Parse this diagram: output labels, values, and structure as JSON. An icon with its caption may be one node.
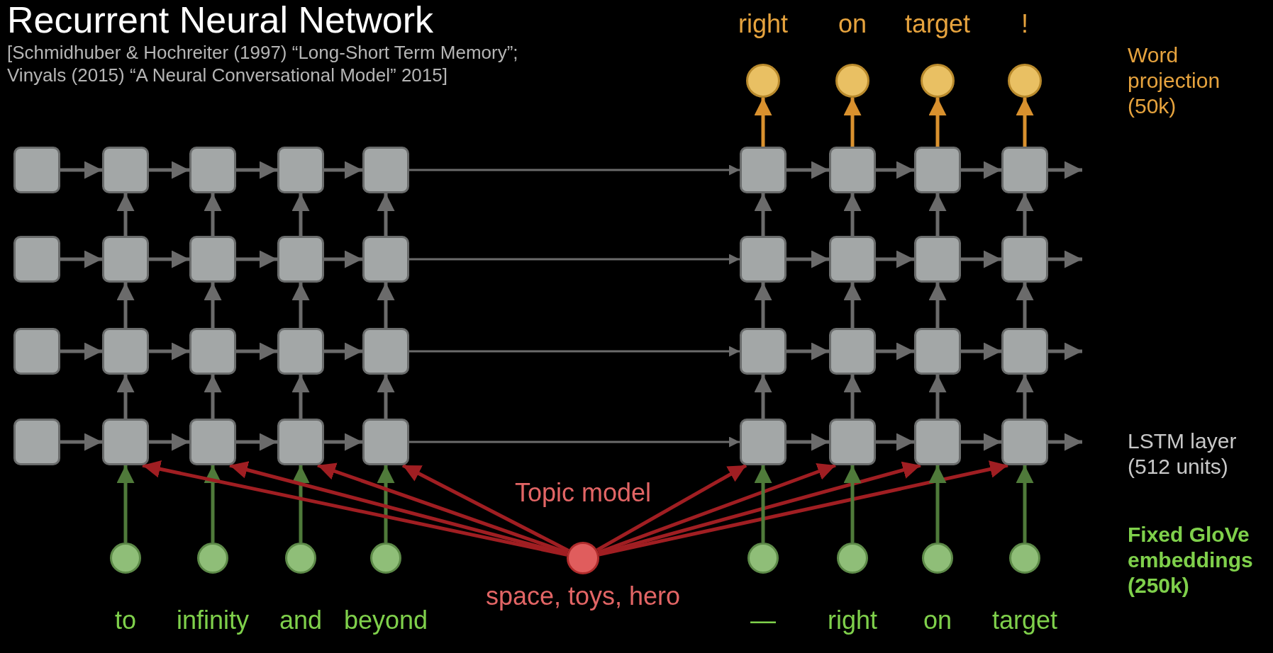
{
  "diagram": {
    "title": "Recurrent Neural Network",
    "nodes": [
      {
        "text": [],
        "shape": "circle",
        "beside": [
          "right"
        ]
      },
      {
        "text": [],
        "shape": "circle",
        "beside": [
          "on"
        ]
      },
      {
        "text": [],
        "shape": "circle",
        "beside": [
          "target"
        ]
      },
      {
        "text": [],
        "shape": "circle",
        "beside": [
          "!"
        ]
      },
      {
        "text": [],
        "shape": "box"
      },
      {
        "text": [],
        "shape": "box"
      },
      {
        "text": [],
        "shape": "box"
      },
      {
        "text": [],
        "shape": "box"
      },
      {
        "text": [],
        "shape": "box"
      },
      {
        "text": [],
        "shape": "box"
      },
      {
        "text": [],
        "shape": "box"
      },
      {
        "text": [],
        "shape": "box"
      },
      {
        "text": [],
        "shape": "box"
      },
      {
        "text": [],
        "shape": "box"
      },
      {
        "text": [],
        "shape": "box"
      },
      {
        "text": [],
        "shape": "box"
      },
      {
        "text": [],
        "shape": "box"
      },
      {
        "text": [],
        "shape": "box"
      },
      {
        "text": [],
        "shape": "box"
      },
      {
        "text": [],
        "shape": "box"
      },
      {
        "text": [],
        "shape": "box"
      },
      {
        "text": [],
        "shape": "box"
      },
      {
        "text": [],
        "shape": "box"
      },
      {
        "text": [],
        "shape": "box"
      },
      {
        "text": [],
        "shape": "box"
      },
      {
        "text": [],
        "shape": "box"
      },
      {
        "text": [],
        "shape": "box"
      },
      {
        "text": [],
        "shape": "box"
      },
      {
        "text": [],
        "shape": "box"
      },
      {
        "text": [],
        "shape": "box"
      },
      {
        "text": [],
        "shape": "box"
      },
      {
        "text": [],
        "shape": "box"
      },
      {
        "text": [],
        "shape": "box"
      },
      {
        "text": [],
        "shape": "box"
      },
      {
        "text": [],
        "shape": "box"
      },
      {
        "text": [],
        "shape": "box"
      },
      {
        "text": [],
        "shape": "box"
      },
      {
        "text": [],
        "shape": "box"
      },
      {
        "text": [],
        "shape": "box"
      },
      {
        "text": [],
        "shape": "box"
      },
      {
        "text": [],
        "shape": "circle",
        "beside": [
          "to"
        ]
      },
      {
        "text": [],
        "shape": "circle",
        "beside": [
          "infinity"
        ]
      },
      {
        "text": [],
        "shape": "circle",
        "beside": [
          "and"
        ]
      },
      {
        "text": [],
        "shape": "circle",
        "beside": [
          "beyond"
        ]
      },
      {
        "text": [],
        "shape": "circle",
        "beside": [
          "Topic model",
          "space, toys, hero"
        ]
      },
      {
        "text": [],
        "shape": "circle",
        "beside": [
          "—"
        ]
      },
      {
        "text": [],
        "shape": "circle",
        "beside": [
          "right"
        ]
      },
      {
        "text": [],
        "shape": "circle",
        "beside": [
          "on"
        ]
      },
      {
        "text": [],
        "shape": "circle",
        "beside": [
          "target"
        ]
      }
    ],
    "edges": [
      {
        "from": 4,
        "to": 5,
        "arrow": "to"
      },
      {
        "from": 5,
        "to": 6,
        "arrow": "to"
      },
      {
        "from": 6,
        "to": 7,
        "arrow": "to"
      },
      {
        "from": 7,
        "to": 8,
        "arrow": "to"
      },
      {
        "from": 8,
        "to": 9,
        "arrow": "to"
      },
      {
        "from": 9,
        "to": 10,
        "arrow": "to"
      },
      {
        "from": 10,
        "to": 11,
        "arrow": "to"
      },
      {
        "from": 11,
        "to": 12,
        "arrow": "to"
      },
      {
        "from": 12,
        "to": null,
        "arrow": "to"
      },
      {
        "from": 13,
        "to": 14,
        "arrow": "to"
      },
      {
        "from": 14,
        "to": 15,
        "arrow": "to"
      },
      {
        "from": 15,
        "to": 16,
        "arrow": "to"
      },
      {
        "from": 16,
        "to": 17,
        "arrow": "to"
      },
      {
        "from": 17,
        "to": 18,
        "arrow": "to"
      },
      {
        "from": 18,
        "to": 19,
        "arrow": "to"
      },
      {
        "from": 19,
        "to": 20,
        "arrow": "to"
      },
      {
        "from": 20,
        "to": 21,
        "arrow": "to"
      },
      {
        "from": 21,
        "to": null,
        "arrow": "to"
      },
      {
        "from": 22,
        "to": 23,
        "arrow": "to"
      },
      {
        "from": 23,
        "to": 24,
        "arrow": "to"
      },
      {
        "from": 24,
        "to": 25,
        "arrow": "to"
      },
      {
        "from": 25,
        "to": 26,
        "arrow": "to"
      },
      {
        "from": 26,
        "to": 27,
        "arrow": "to"
      },
      {
        "from": 27,
        "to": 28,
        "arrow": "to"
      },
      {
        "from": 28,
        "to": 29,
        "arrow": "to"
      },
      {
        "from": 29,
        "to": 30,
        "arrow": "to"
      },
      {
        "from": 30,
        "to": null,
        "arrow": "to"
      },
      {
        "from": 31,
        "to": 32,
        "arrow": "to"
      },
      {
        "from": 32,
        "to": 33,
        "arrow": "to"
      },
      {
        "from": 33,
        "to": 34,
        "arrow": "to"
      },
      {
        "from": 34,
        "to": 35,
        "arrow": "to"
      },
      {
        "from": 35,
        "to": 36,
        "arrow": "to"
      },
      {
        "from": 36,
        "to": 37,
        "arrow": "to"
      },
      {
        "from": 37,
        "to": 38,
        "arrow": "to"
      },
      {
        "from": 38,
        "to": 39,
        "arrow": "to"
      },
      {
        "from": 39,
        "to": null,
        "arrow": "to"
      },
      {
        "from": 14,
        "to": 5,
        "arrow": "to"
      },
      {
        "from": 15,
        "to": 6,
        "arrow": "to"
      },
      {
        "from": 16,
        "to": 7,
        "arrow": "to"
      },
      {
        "from": 17,
        "to": 8,
        "arrow": "to"
      },
      {
        "from": 18,
        "to": 9,
        "arrow": "to"
      },
      {
        "from": 19,
        "to": 10,
        "arrow": "to"
      },
      {
        "from": 20,
        "to": 11,
        "arrow": "to"
      },
      {
        "from": 21,
        "to": 12,
        "arrow": "to"
      },
      {
        "from": 23,
        "to": 14,
        "arrow": "to"
      },
      {
        "from": 24,
        "to": 15,
        "arrow": "to"
      },
      {
        "from": 25,
        "to": 16,
        "arrow": "to"
      },
      {
        "from": 26,
        "to": 17,
        "arrow": "to"
      },
      {
        "from": 27,
        "to": 18,
        "arrow": "to"
      },
      {
        "from": 28,
        "to": 19,
        "arrow": "to"
      },
      {
        "from": 29,
        "to": 20,
        "arrow": "to"
      },
      {
        "from": 30,
        "to": 21,
        "arrow": "to"
      },
      {
        "from": 32,
        "to": 23,
        "arrow": "to"
      },
      {
        "from": 33,
        "to": 24,
        "arrow": "to"
      },
      {
        "from": 34,
        "to": 25,
        "arrow": "to"
      },
      {
        "from": 35,
        "to": 26,
        "arrow": "to"
      },
      {
        "from": 36,
        "to": 27,
        "arrow": "to"
      },
      {
        "from": 37,
        "to": 28,
        "arrow": "to"
      },
      {
        "from": 38,
        "to": 29,
        "arrow": "to"
      },
      {
        "from": 39,
        "to": 30,
        "arrow": "to"
      },
      {
        "from": 9,
        "to": 0,
        "arrow": "to",
        "color": "#d9912e"
      },
      {
        "from": 10,
        "to": 1,
        "arrow": "to",
        "color": "#d9912e"
      },
      {
        "from": 11,
        "to": 2,
        "arrow": "to",
        "color": "#d9912e"
      },
      {
        "from": 12,
        "to": 3,
        "arrow": "to",
        "color": "#d9912e"
      },
      {
        "from": 40,
        "to": 32,
        "arrow": "to",
        "color": "#4f7a3a"
      },
      {
        "from": 41,
        "to": 33,
        "arrow": "to",
        "color": "#4f7a3a"
      },
      {
        "from": 42,
        "to": 34,
        "arrow": "to",
        "color": "#4f7a3a"
      },
      {
        "from": 43,
        "to": 35,
        "arrow": "to",
        "color": "#4f7a3a"
      },
      {
        "from": 44,
        "to": 32,
        "arrow": "to",
        "color": "#a01e22"
      },
      {
        "from": 44,
        "to": 33,
        "arrow": "to",
        "color": "#a01e22"
      },
      {
        "from": 44,
        "to": 34,
        "arrow": "to",
        "color": "#a01e22"
      },
      {
        "from": 44,
        "to": 35,
        "arrow": "to",
        "color": "#a01e22"
      },
      {
        "from": 44,
        "to": 36,
        "arrow": "to",
        "color": "#a01e22"
      },
      {
        "from": 44,
        "to": 37,
        "arrow": "to",
        "color": "#a01e22"
      },
      {
        "from": 44,
        "to": 38,
        "arrow": "to",
        "color": "#a01e22"
      },
      {
        "from": 44,
        "to": 39,
        "arrow": "to",
        "color": "#a01e22"
      },
      {
        "from": 45,
        "to": 36,
        "arrow": "to",
        "color": "#4f7a3a"
      },
      {
        "from": 46,
        "to": 37,
        "arrow": "to",
        "color": "#4f7a3a"
      },
      {
        "from": 47,
        "to": 38,
        "arrow": "to",
        "color": "#4f7a3a"
      },
      {
        "from": 48,
        "to": 39,
        "arrow": "to",
        "color": "#4f7a3a"
      }
    ],
    "labels": [
      "[Schmidhuber & Hochreiter (1997) “Long-Short Term Memory”; Vinyals (2015) “A Neural Conversational Model” 2015]",
      "Word projection (50k)",
      "LSTM layer (512 units)",
      "Fixed GloVe embeddings (250k)"
    ]
  }
}
